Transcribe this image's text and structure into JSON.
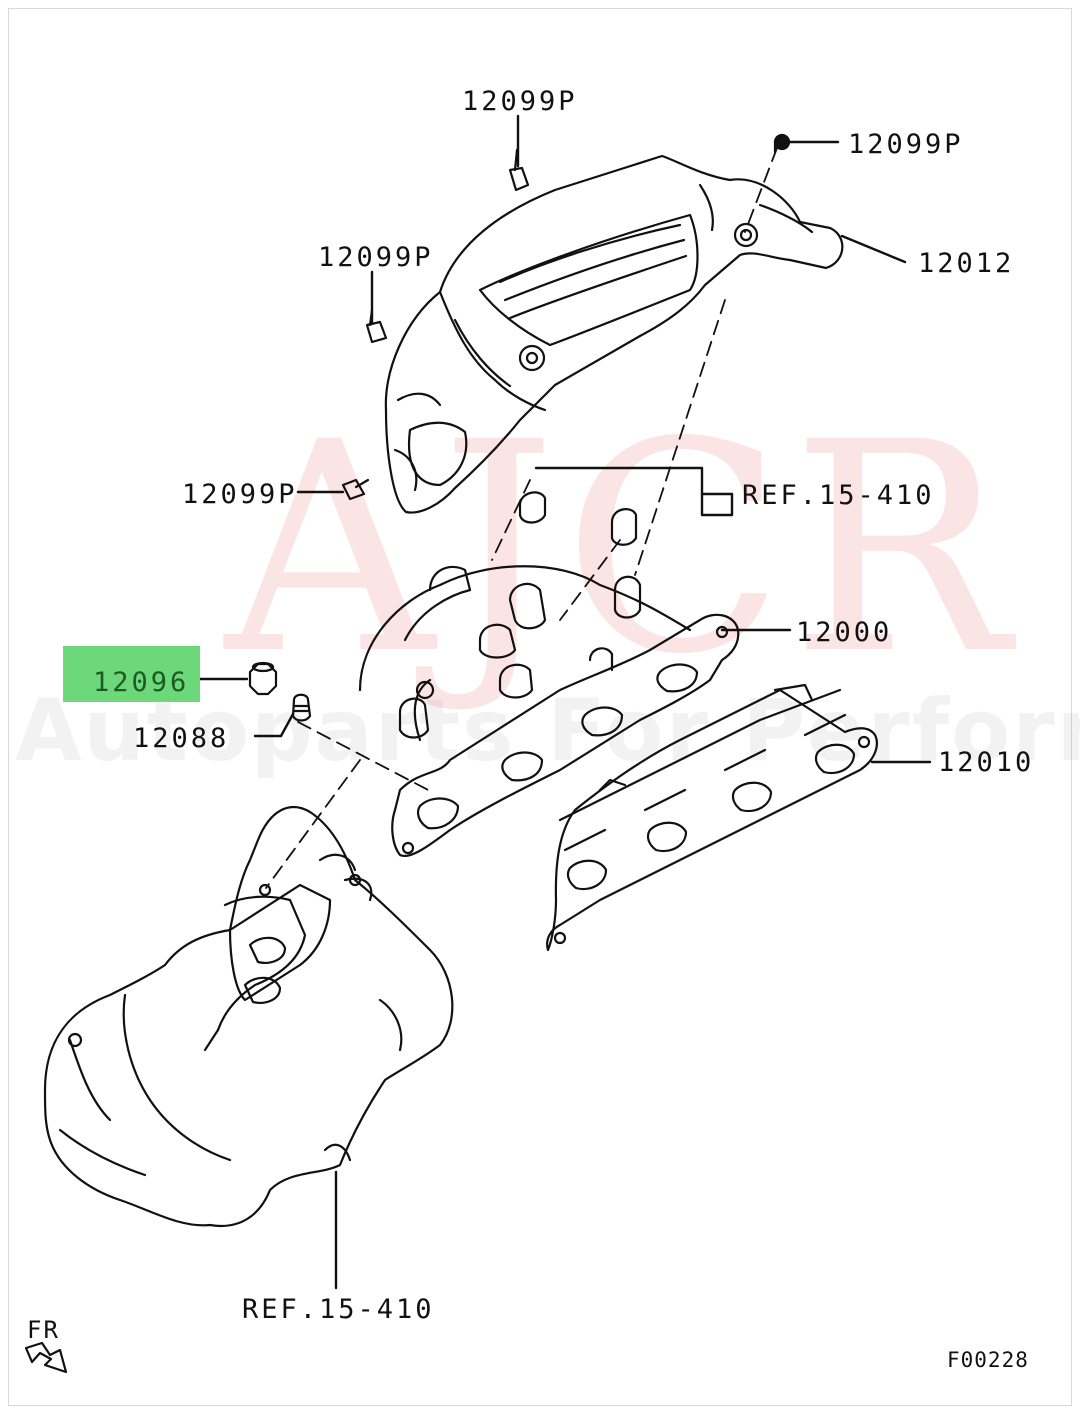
{
  "watermark": {
    "brand": "AJCR",
    "tagline": "Autoparts For Performance"
  },
  "parts": {
    "bolt_top": "12099P",
    "bolt_top_right": "12099P",
    "bolt_left_upper": "12099P",
    "bolt_left_lower": "12099P",
    "heat_protector": "12012",
    "ref_upper": "REF.15-410",
    "exhaust_manifold": "12000",
    "nut_highlighted": "12096",
    "stud": "12088",
    "gasket": "12010",
    "ref_lower": "REF.15-410"
  },
  "highlight": {
    "part": "12096",
    "color": "#6cd879"
  },
  "footer": {
    "direction": "FR",
    "figure_code": "F00228"
  }
}
